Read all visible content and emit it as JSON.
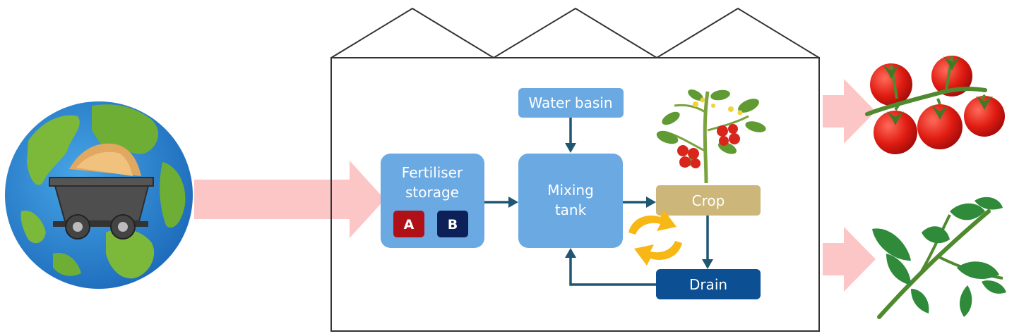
{
  "diagram": {
    "nodes": {
      "water_basin": "Water basin",
      "fertiliser_line1": "Fertiliser",
      "fertiliser_line2": "storage",
      "tank_a": "A",
      "tank_b": "B",
      "mixing_line1": "Mixing",
      "mixing_line2": "tank",
      "crop": "Crop",
      "drain": "Drain"
    },
    "colors": {
      "box_light_blue": "#6aa9e2",
      "arrow_dark_teal": "#1f5672",
      "crop_tan": "#cdb67a",
      "drain_navy": "#0c4f93",
      "tank_a_red": "#b01117",
      "tank_b_navy": "#0d2158",
      "flow_arrow_pink": "#fcc6c6",
      "recycle_yellow": "#f7b714",
      "greenhouse_outline": "#333333"
    },
    "icons": [
      "earth-globe-icon",
      "mine-cart-icon",
      "recycle-arrows-icon",
      "tomato-plant-icon",
      "tomatoes-icon",
      "tomato-leaves-icon"
    ]
  }
}
